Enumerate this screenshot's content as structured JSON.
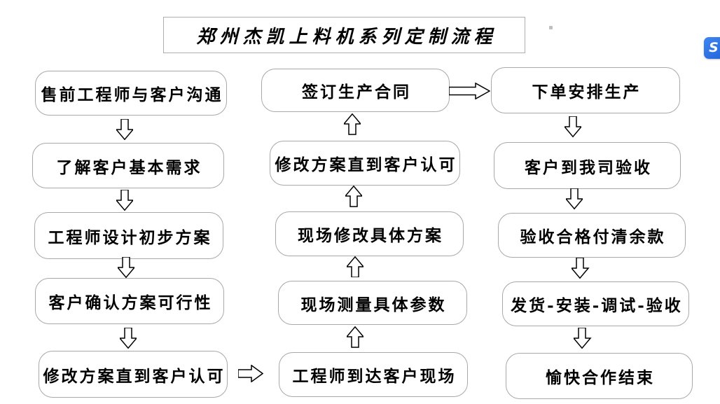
{
  "title": "郑州杰凯上料机系列定制流程",
  "columns": {
    "left": {
      "flow": "down",
      "nodes": [
        "售前工程师与客户沟通",
        "了解客户基本需求",
        "工程师设计初步方案",
        "客户确认方案可行性",
        "修改方案直到客户认可"
      ]
    },
    "middle": {
      "flow": "up",
      "nodes_top_to_bottom": [
        "签订生产合同",
        "修改方案直到客户认可",
        "现场修改具体方案",
        "现场测量具体参数",
        "工程师到达客户现场"
      ]
    },
    "right": {
      "flow": "down",
      "nodes": [
        "下单安排生产",
        "客户到我司验收",
        "验收合格付清余款",
        "发货-安装-调试-验收",
        "愉快合作结束"
      ]
    }
  },
  "flow_arrows": {
    "left_column": "4 hollow down arrows between the 5 left boxes",
    "middle_column": "4 hollow up arrows between the 5 middle boxes (flow bottom to top)",
    "right_column": "4 hollow down arrows between the 5 right boxes",
    "cross_links": [
      {
        "from": "修改方案直到客户认可",
        "to": "工程师到达客户现场",
        "direction": "right"
      },
      {
        "from": "签订生产合同",
        "to": "下单安排生产",
        "direction": "right"
      }
    ]
  },
  "icons": {
    "side_tool_glyph": "S"
  },
  "colors": {
    "background": "#ffffff",
    "box_border": "#a8a8a8",
    "text": "#000000",
    "arrow_outline": "#000000",
    "side_icon_blue": "#2a6fe4"
  }
}
